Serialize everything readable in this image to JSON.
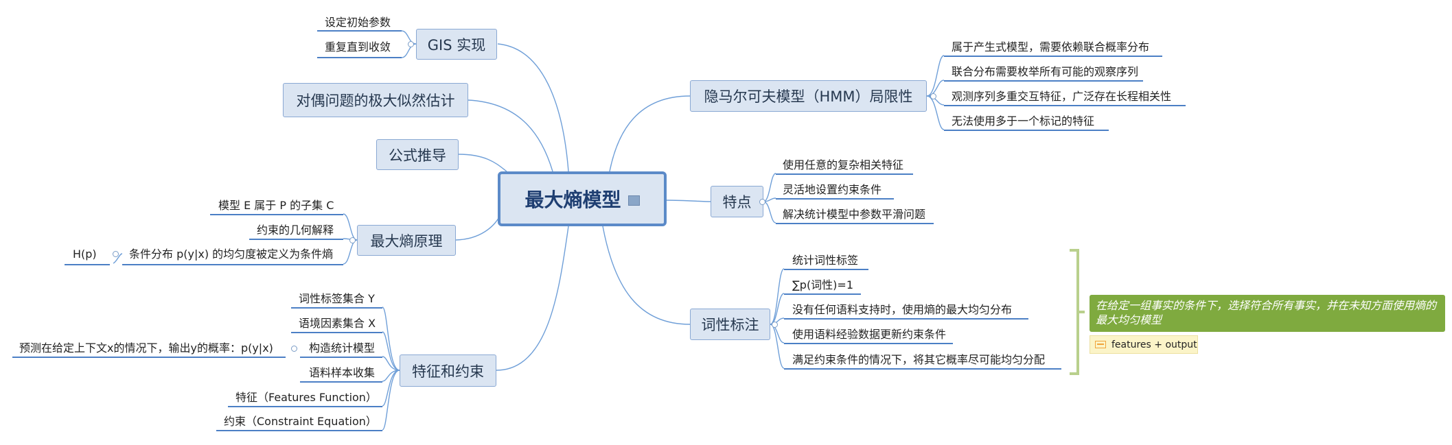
{
  "central": {
    "title": "最大熵模型"
  },
  "left": {
    "gis": {
      "label": "GIS 实现",
      "children": [
        "设定初始参数",
        "重复直到收敛"
      ]
    },
    "dual": {
      "label": "对偶问题的极大似然估计"
    },
    "formula": {
      "label": "公式推导"
    },
    "principle": {
      "label": "最大熵原理",
      "children": [
        "模型 E 属于 P 的子集 C",
        "约束的几何解释",
        "条件分布 p(y|x) 的均匀度被定义为条件熵"
      ],
      "grandchild": "H(p)"
    },
    "features": {
      "label": "特征和约束",
      "children": [
        "词性标签集合 Y",
        "语境因素集合 X",
        "构造统计模型",
        "语料样本收集",
        "特征（Features Function）",
        "约束（Constraint Equation）"
      ],
      "grandchild": "预测在给定上下文x的情况下，输出y的概率：p(y|x)"
    }
  },
  "right": {
    "hmm": {
      "label": "隐马尔可夫模型（HMM）局限性",
      "children": [
        "属于产生式模型，需要依赖联合概率分布",
        "联合分布需要枚举所有可能的观察序列",
        "观测序列多重交互特征，广泛存在长程相关性",
        "无法使用多于一个标记的特征"
      ]
    },
    "traits": {
      "label": "特点",
      "children": [
        "使用任意的复杂相关特征",
        "灵活地设置约束条件",
        "解决统计模型中参数平滑问题"
      ]
    },
    "pos": {
      "label": "词性标注",
      "children": [
        "统计词性标签",
        "∑p(词性)=1",
        "没有任何语料支持时，使用熵的最大均匀分布",
        "使用语料经验数据更新约束条件",
        "满足约束条件的情况下，将其它概率尽可能均匀分配"
      ],
      "note": "在给定一组事实的条件下，选择符合所有事实，并在未知方面使用熵的最大均匀模型",
      "tag": "features + output"
    }
  },
  "colors": {
    "branch": "#6f9fd8",
    "underline": "#4b7fc5",
    "box": "#dbe5f2",
    "boxBorder": "#89a8d3",
    "note": "#7faa3f",
    "bracket": "#b9d08d"
  }
}
